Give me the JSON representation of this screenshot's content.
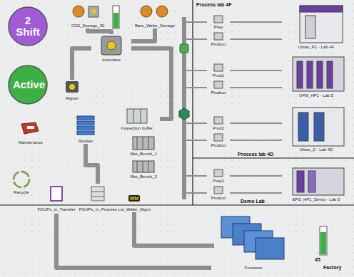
{
  "diagram": {
    "nodes": [
      {
        "text": [
          "2 Shift"
        ]
      },
      {
        "text": [
          "Active"
        ]
      },
      {
        "text": [
          "CSS_Storage_30"
        ]
      },
      {
        "text": [
          "Bare_Wafer_Storage"
        ]
      },
      {
        "text": [
          "Autoclave"
        ]
      },
      {
        "text": [
          "Aligner"
        ]
      },
      {
        "text": [
          "Maintenance"
        ]
      },
      {
        "text": [
          "Stocker"
        ]
      },
      {
        "text": [
          "Inspection buffer"
        ]
      },
      {
        "text": [
          "Recycle"
        ]
      },
      {
        "text": [
          "FOUPs_in_Transfer"
        ]
      },
      {
        "text": [
          "FOUPs_in_Process"
        ]
      },
      {
        "text": [
          "WM",
          "Lot_Wafer_Mgmt"
        ]
      },
      {
        "text": [
          "Wet_Bench_1"
        ]
      },
      {
        "text": [
          "Wet_Bench_2"
        ]
      },
      {
        "text": [
          "Furnaces"
        ]
      },
      {
        "text": [
          "Ultrax_P1 - Lab 4F"
        ]
      },
      {
        "text": [
          "UFM_HP1 - Lab 5"
        ]
      },
      {
        "text": [
          "Ultrax_2 - Lab 4D"
        ]
      },
      {
        "text": [
          "EPS_HP1_Demo - Lab 5"
        ]
      },
      {
        "text": [
          "Prep"
        ]
      },
      {
        "text": [
          "Product"
        ]
      },
      {
        "text": [
          "Prod1"
        ]
      },
      {
        "text": [
          "Product"
        ]
      },
      {
        "text": [
          "Prod2"
        ]
      },
      {
        "text": [
          "Product"
        ]
      },
      {
        "text": [
          "Prep2"
        ]
      },
      {
        "text": [
          "Product"
        ]
      }
    ],
    "edges": [
      {
        "from": 2,
        "to": 4,
        "arrow": "none"
      },
      {
        "from": 3,
        "to": 4,
        "arrow": "none"
      },
      {
        "from": 5,
        "to": 4,
        "arrow": "none"
      },
      {
        "from": 4,
        "to": 8,
        "arrow": "none"
      },
      {
        "from": 7,
        "to": 11,
        "arrow": "none"
      },
      {
        "from": 12,
        "to": 15,
        "arrow": "none"
      },
      {
        "from": 20,
        "to": 16,
        "arrow": "none"
      },
      {
        "from": 21,
        "to": 16,
        "arrow": "none"
      },
      {
        "from": 22,
        "to": 17,
        "arrow": "none"
      },
      {
        "from": 23,
        "to": 17,
        "arrow": "none"
      },
      {
        "from": 24,
        "to": 18,
        "arrow": "none"
      },
      {
        "from": 25,
        "to": 18,
        "arrow": "none"
      },
      {
        "from": 26,
        "to": 19,
        "arrow": "none"
      },
      {
        "from": 27,
        "to": 19,
        "arrow": "none"
      }
    ],
    "labels": [
      "Process lab 4F",
      "Process lab 4D",
      "Demo Lab",
      "Factory",
      "45"
    ]
  }
}
